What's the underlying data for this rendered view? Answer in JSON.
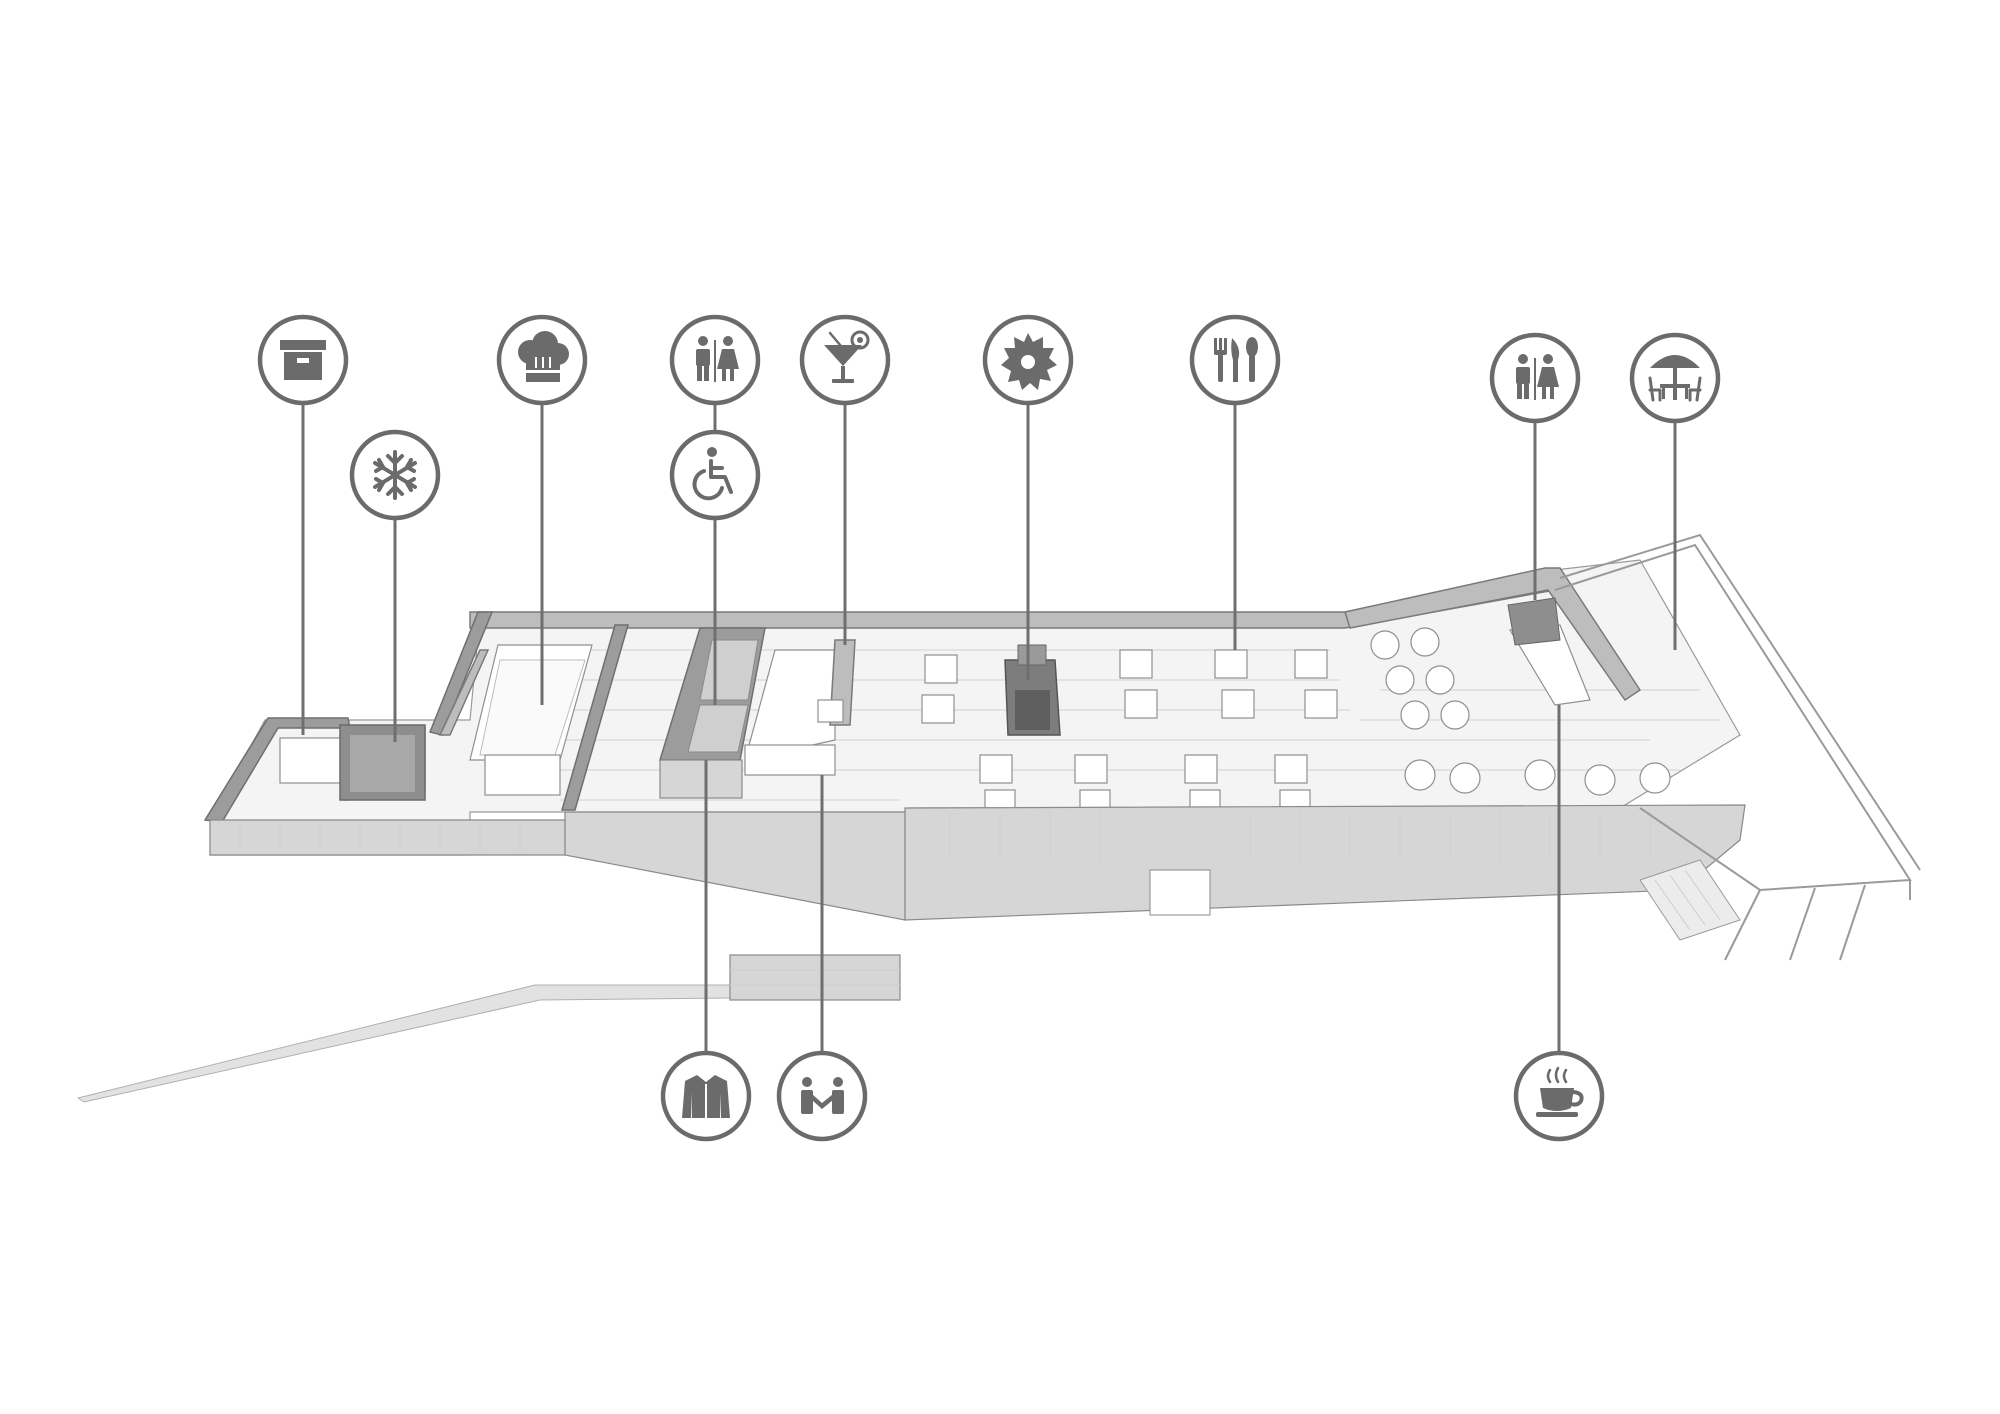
{
  "diagram": {
    "style": "monochrome axonometric floor plan",
    "colors": {
      "background": "#ffffff",
      "icon": "#6b6b6b",
      "leader": "#6f6f6f",
      "walls": "#bdbdbd",
      "floor": "#f4f4f4"
    }
  },
  "callouts": [
    {
      "id": "storage",
      "icon": "storage-box-icon"
    },
    {
      "id": "cold-store",
      "icon": "snowflake-icon"
    },
    {
      "id": "kitchen",
      "icon": "chef-hat-icon"
    },
    {
      "id": "toilets-main",
      "icon": "restroom-icon"
    },
    {
      "id": "accessible-wc",
      "icon": "wheelchair-icon"
    },
    {
      "id": "bar",
      "icon": "cocktail-icon"
    },
    {
      "id": "sawmill",
      "icon": "saw-blade-icon"
    },
    {
      "id": "restaurant",
      "icon": "cutlery-icon"
    },
    {
      "id": "toilets-cafe",
      "icon": "restroom-icon"
    },
    {
      "id": "terrace",
      "icon": "terrace-umbrella-icon"
    },
    {
      "id": "cloakroom",
      "icon": "jacket-icon"
    },
    {
      "id": "reception",
      "icon": "reception-handshake-icon"
    },
    {
      "id": "cafe",
      "icon": "coffee-cup-icon"
    }
  ]
}
